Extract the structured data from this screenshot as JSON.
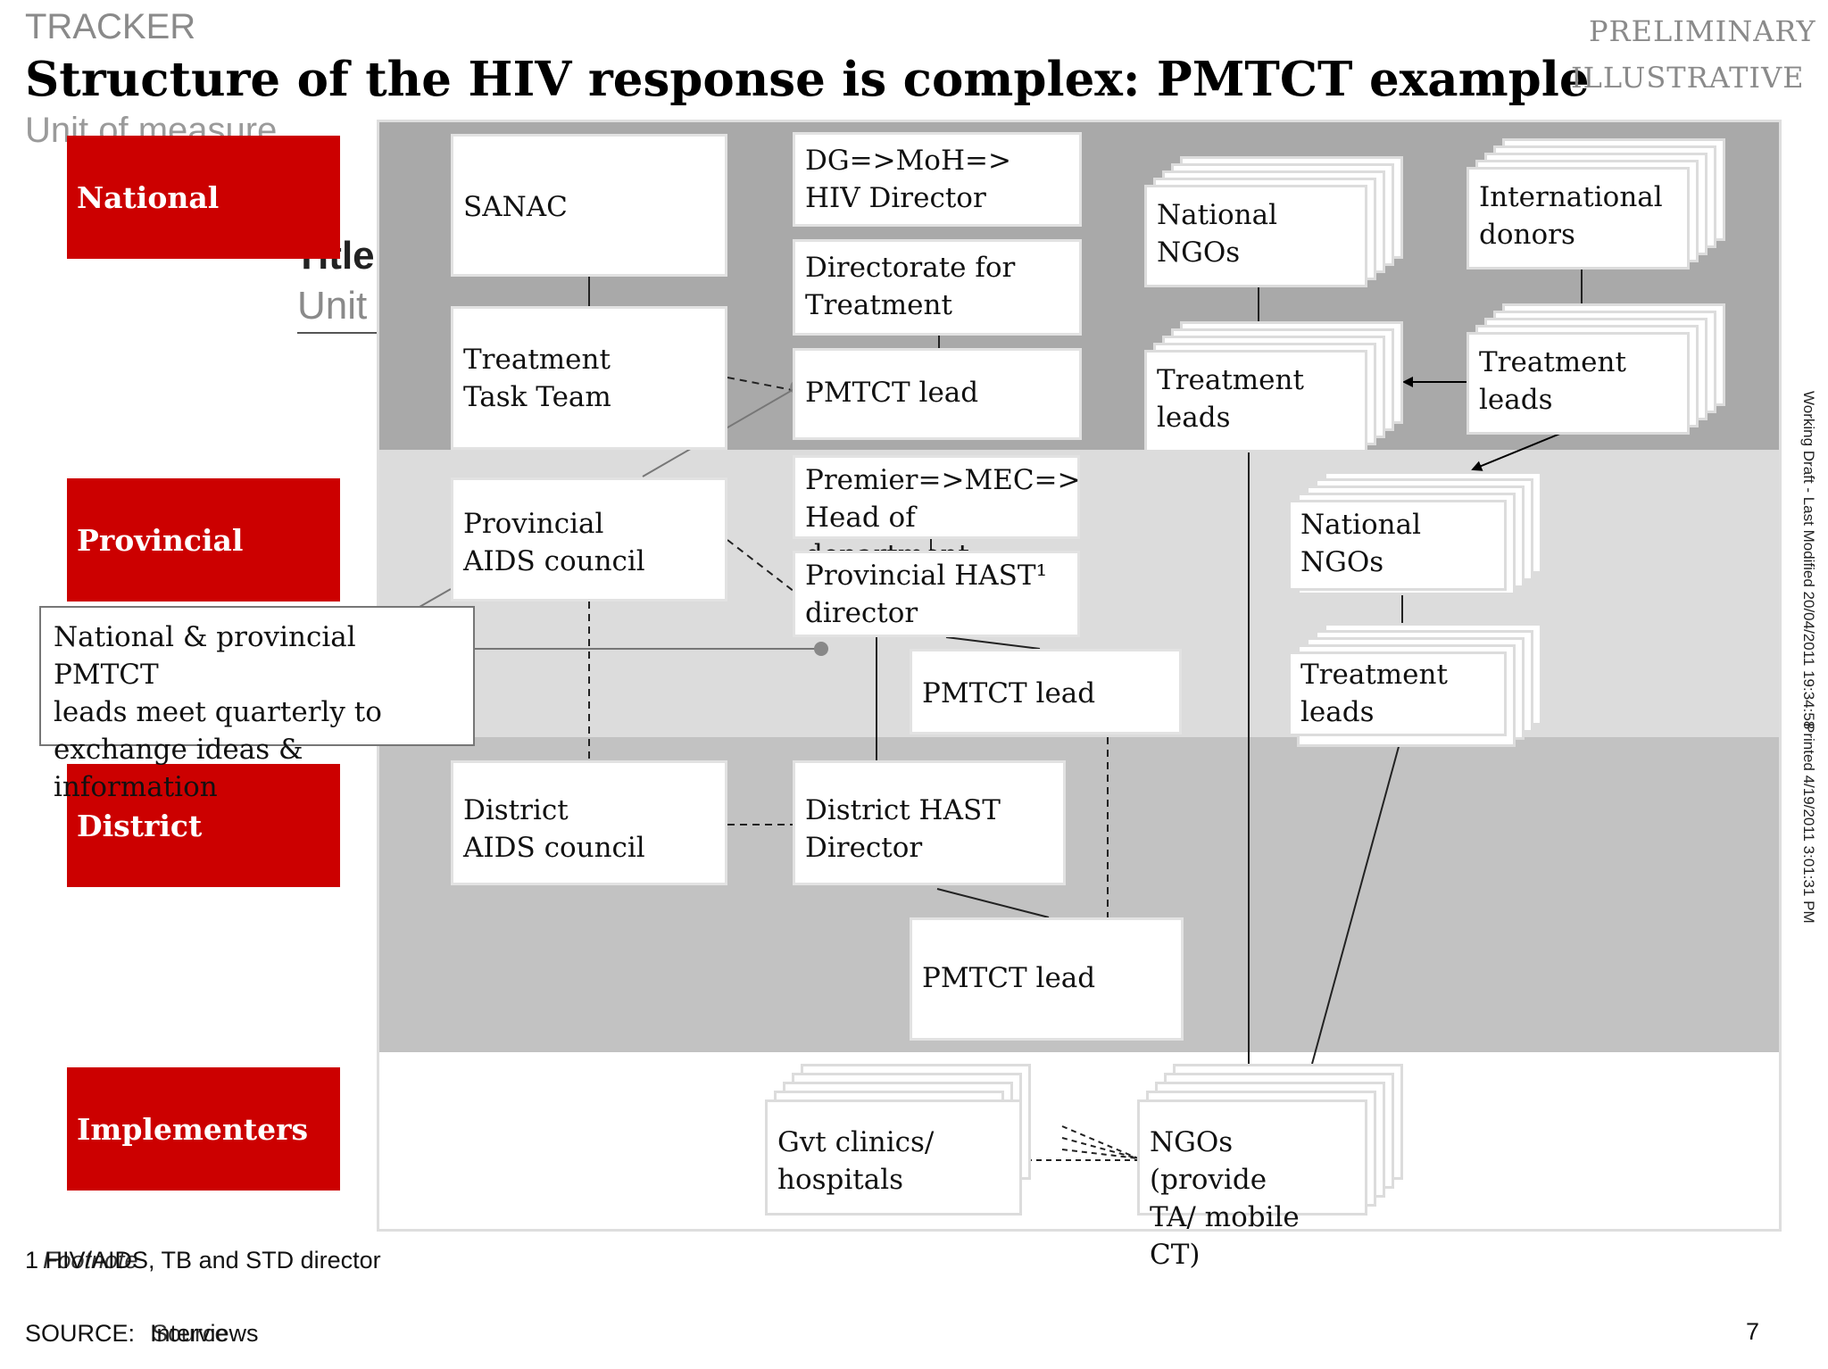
{
  "header": {
    "tracker": "TRACKER",
    "title": "Structure of the HIV response is complex: PMTCT example",
    "unit_of_measure": "Unit of measure",
    "title_ghost": "Title",
    "unit_ghost": "Unit",
    "preliminary": "PRELIMINARY",
    "illustrative": "ILLUSTRATIVE"
  },
  "levels": {
    "national": "National",
    "provincial": "Provincial",
    "district": "District",
    "implementers": "Implementers"
  },
  "national": {
    "sanac": "SANAC",
    "dg_moh": "DG=>MoH=>\nHIV Director",
    "directorate": "Directorate for\nTreatment",
    "pmtct_lead": "PMTCT lead",
    "treatment_task_team": "Treatment\nTask Team",
    "national_ngos": "National\nNGOs",
    "international_donors": "International\ndonors",
    "treatment_leads_ngo": "Treatment\nleads",
    "treatment_leads_donor": "Treatment\nleads"
  },
  "provincial": {
    "aids_council": "Provincial\nAIDS council",
    "premier": "Premier=>MEC=>\nHead of department",
    "hast_director": "Provincial HAST¹\ndirector",
    "pmtct_lead": "PMTCT lead",
    "national_ngos": "National\nNGOs",
    "treatment_leads": "Treatment\nleads"
  },
  "callout": "National & provincial PMTCT\nleads meet quarterly to\nexchange ideas & information",
  "district": {
    "aids_council": "District\nAIDS council",
    "hast_director": "District HAST\nDirector",
    "pmtct_lead": "PMTCT lead"
  },
  "implementers": {
    "gvt_clinics": "Gvt clinics/\nhospitals",
    "ngos": "NGOs (provide\nTA/ mobile CT)"
  },
  "sidebar": {
    "working_draft": "Working Draft - Last Modified 20/04/2011 19:34:58",
    "printed": "Printed 4/19/2011 3:01:31 PM"
  },
  "footer": {
    "footnote_ghost": "Footnote",
    "footnote": "1 HIV/AIDS, TB and STD director",
    "source_label": "SOURCE:",
    "source_ghost": "Source",
    "source_value": "Interviews",
    "page_number": "7"
  },
  "colors": {
    "accent_red": "#cc0000",
    "band_dark": "#a9a9a9",
    "band_light": "#dcdcdc",
    "band_mid": "#c2c2c2"
  }
}
